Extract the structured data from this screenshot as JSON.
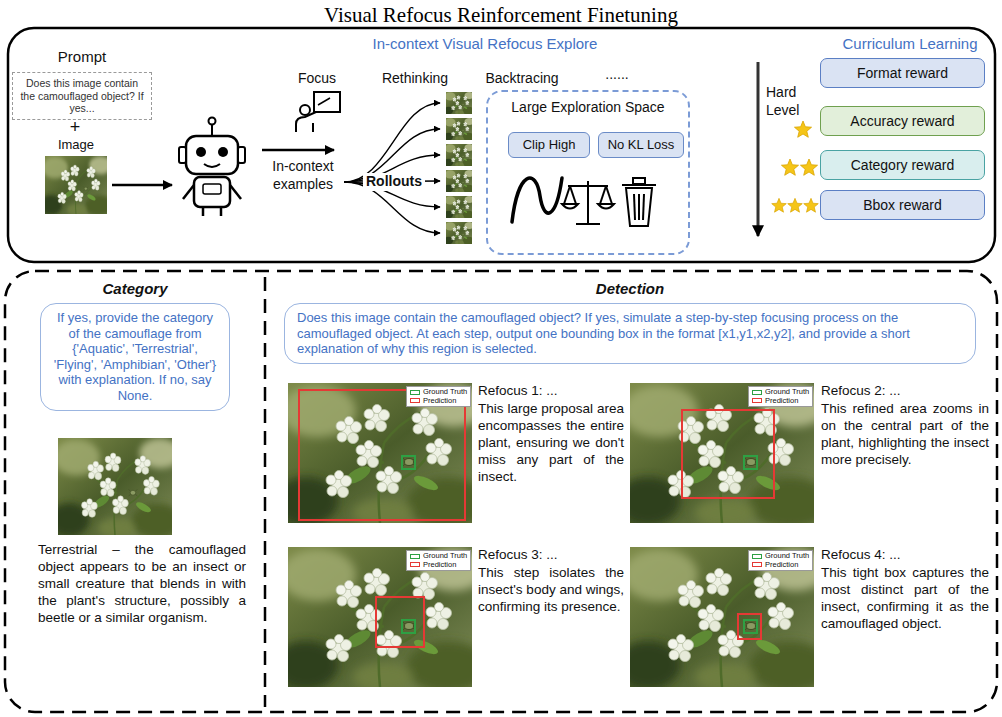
{
  "diagram": {
    "title": "Visual Refocus Reinforcement Finetuning",
    "nodes": [
      {
        "text": [
          "Prompt",
          "Does this image contain the camouflaged object? If yes..."
        ]
      },
      {
        "text": [
          "Large Exploration Space"
        ]
      },
      {
        "text": [
          "Clip High"
        ],
        "in": 1
      },
      {
        "text": [
          "No KL Loss"
        ],
        "in": 1
      },
      {
        "text": [
          "Format reward"
        ]
      },
      {
        "text": [
          "Accuracy reward"
        ]
      },
      {
        "text": [
          "Category reward"
        ]
      },
      {
        "text": [
          "Bbox reward"
        ]
      },
      {
        "text": [
          "If yes, provide the category of the camouflage from {'Aquatic', 'Terrestrial', 'Flying', 'Amphibian', 'Other'} with explanation. If no, say None."
        ]
      },
      {
        "text": [
          "Does this image contain the camouflaged object? If yes, simulate a step-by-step focusing process on the camouflaged object. At each step, output one bounding box in the format [x1,y1,x2,y2], and provide a short explanation of why this region is selected."
        ]
      }
    ],
    "labels": [
      "+",
      "Image",
      "In-context Visual Refocus Explore",
      "Focus",
      "Rethinking",
      "Backtracing",
      "......",
      "In-context examples",
      "Rollouts",
      "Curriculum Learning",
      "Hard Level",
      "Category",
      "Detection",
      "Terrestrial – the camouflaged object appears to be an insect or small creature that blends in with the plant's structure, possibly a beetle or a similar organism.",
      "Refocus 1: ...",
      "This large proposal area encompasses the entire plant, ensuring we don't miss any part of the insect.",
      "Refocus 2: ...",
      "This refined area zooms in on the central part of the plant, highlighting the insect more precisely.",
      "Refocus 3: ...",
      "This step isolates the insect's body and wings, confirming its presence.",
      "Refocus 4: ...",
      "This tight box captures the most distinct part of the insect, confirming it as the camouflaged object."
    ],
    "legend": [
      {
        "text": "Ground Truth",
        "color": "#2ea043"
      },
      {
        "text": "Prediction",
        "color": "#e53935"
      },
      {
        "text": "Ground Truth",
        "color": "#2ea043"
      },
      {
        "text": "Prediction",
        "color": "#e53935"
      },
      {
        "text": "Ground Truth",
        "color": "#2ea043"
      },
      {
        "text": "Prediction",
        "color": "#e53935"
      },
      {
        "text": "Ground Truth",
        "color": "#2ea043"
      },
      {
        "text": "Prediction",
        "color": "#e53935"
      }
    ]
  }
}
